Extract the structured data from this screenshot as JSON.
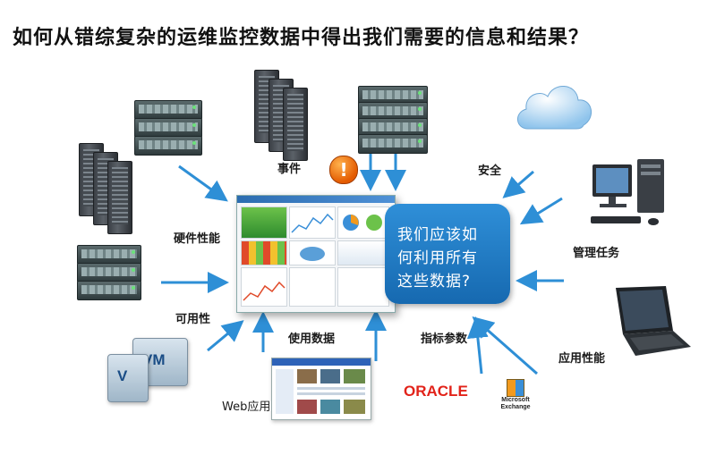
{
  "title": "如何从错综复杂的运维监控数据中得出我们需要的信息和结果？",
  "labels": {
    "hardware_perf": "硬件性能",
    "availability": "可用性",
    "usage_data": "使用数据",
    "metrics": "指标参数",
    "app_perf": "应用性能",
    "management": "管理任务",
    "security": "安全",
    "events": "事件",
    "web_app": "Web应用"
  },
  "callout": {
    "line1": "我们应该如",
    "line2": "何利用所有",
    "line3": "这些数据?"
  },
  "vm": {
    "front": "V",
    "back": "VM"
  },
  "logos": {
    "oracle": "ORACLE",
    "exchange_line1": "Microsoft",
    "exchange_line2": "Exchange"
  },
  "icons": {
    "alert": "exclamation-icon",
    "cloud": "cloud-icon",
    "desktop": "desktop-pc-icon",
    "laptop": "laptop-icon",
    "server_rack": "server-rack-icon",
    "server_tower": "server-tower-icon"
  },
  "colors": {
    "arrow": "#2e8fd6",
    "callout": "#1e7bc6",
    "oracle": "#e2231a"
  }
}
